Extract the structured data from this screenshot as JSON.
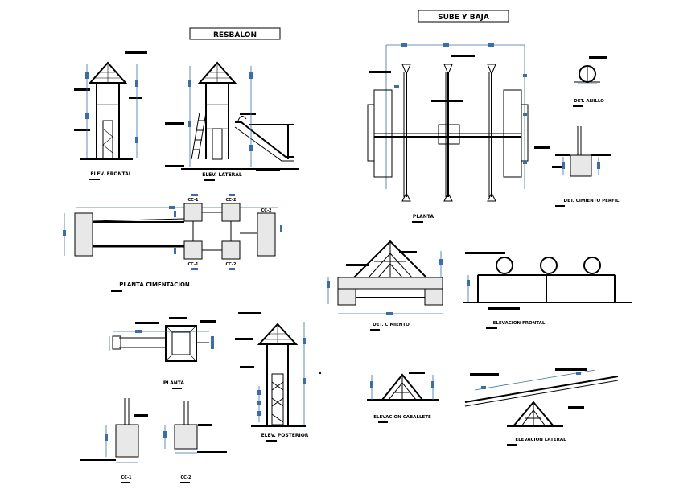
{
  "titles": {
    "slide": "RESBALON",
    "seesaw": "SUBE Y BAJA"
  },
  "labels": {
    "elev_frontal": "ELEV. FRONTAL",
    "elev_lateral": "ELEV. LATERAL",
    "planta_cimentacion": "PLANTA CIMENTACION",
    "planta_left": "PLANTA",
    "elev_posterior": "ELEV. POSTERIOR",
    "cc1_left": "CC-1",
    "cc2_left": "CC-2",
    "planta_right": "PLANTA",
    "det_anillo": "DET. ANILLO",
    "det_cimiento_perfil": "DET. CIMIENTO PERFIL",
    "det_cimiento": "DET. CIMIENTO",
    "elevacion_frontal": "ELEVACION FRONTAL",
    "elevacion_caballete": "ELEVACION CABALLETE",
    "elevacion_lateral": "ELEVACION LATERAL",
    "foot_cc1_a": "CC-1",
    "foot_cc1_b": "CC-1",
    "foot_cc2_a": "CC-2",
    "foot_cc2_b": "CC-2",
    "foot_cc2_c": "CC-2"
  },
  "colors": {
    "line": "#000000",
    "dimension": "#3a6ea5",
    "concrete": "#e8e8e8",
    "background": "#ffffff"
  }
}
